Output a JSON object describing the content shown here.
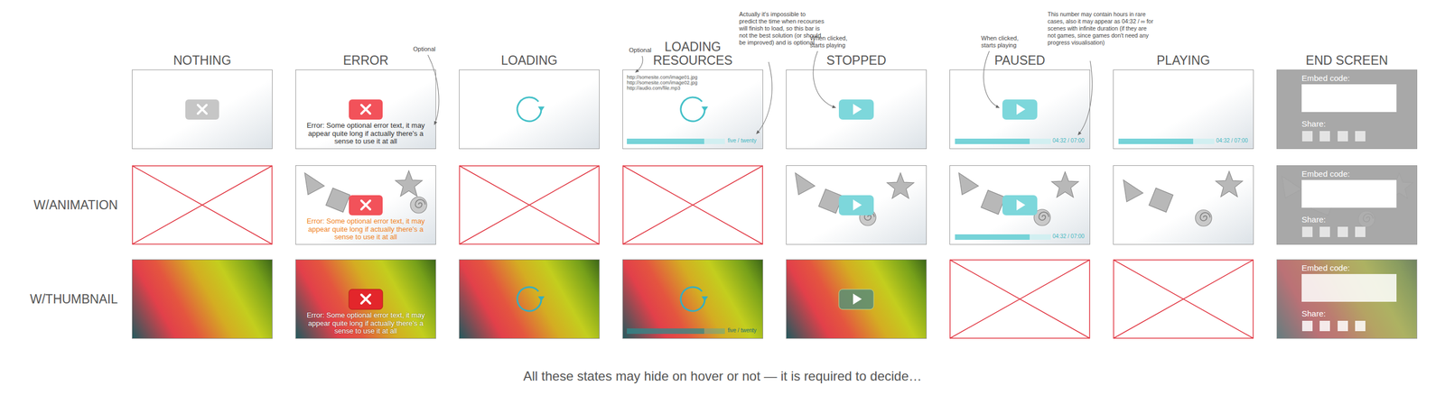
{
  "diagram": {
    "caption": "All these states may hide on hover or not — it is required to decide…",
    "nodes": [
      {
        "text": [
          "Error: Some optional error text, it may appear quite long if actually there's a sense to use it at all"
        ]
      },
      {
        "text": [
          "http://somesite.com/image01.jpg",
          "http://somesite.com/image02.jpg",
          "http://audio.com/file.mp3",
          "five / twenty"
        ]
      },
      {
        "text": [
          "04:32 / 07:00"
        ]
      },
      {
        "text": [
          "04:32 / 07:00"
        ]
      },
      {
        "text": [
          "Embed code:",
          "Share:"
        ]
      },
      {
        "text": [
          "Error: Some optional error text, it may appear quite long if actually there's a sense to use it at all"
        ]
      },
      {
        "text": [
          "04:32 / 07:00"
        ]
      },
      {
        "text": [
          "Embed code:",
          "Share:"
        ]
      },
      {
        "text": [
          "Error: Some optional error text, it may appear quite long if actually there's a sense to use it at all"
        ]
      },
      {
        "text": [
          "five / twenty"
        ]
      },
      {
        "text": [
          "Embed code:",
          "Share:"
        ]
      }
    ],
    "labels": [
      "NOTHING",
      "ERROR",
      "LOADING",
      "LOADING RESOURCES",
      "STOPPED",
      "PAUSED",
      "PLAYING",
      "END SCREEN",
      "W/ANIMATION",
      "W/THUMBNAIL",
      "Optional",
      "Optional",
      "Actually it's impossible to predict the time when recourses will finish to load, so this bar is not the best solution (or should be improved) and is optional",
      "When clicked, starts playing",
      "When clicked, starts playing",
      "This number may contain hours in rare cases, also it may appear as 04:32 / ∞ for scenes with infinite duration (if they are not games, since games don't need any progress visualisation)"
    ]
  }
}
